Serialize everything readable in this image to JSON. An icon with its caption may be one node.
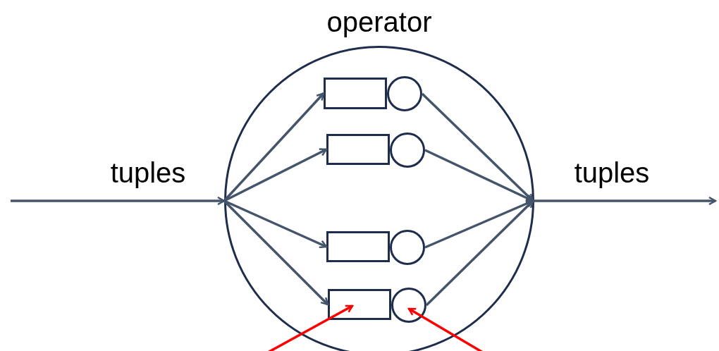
{
  "diagram": {
    "nodes": [
      {
        "text": [
          "operator"
        ]
      },
      {
        "text": [],
        "shape": "box",
        "in": 0
      },
      {
        "text": [],
        "shape": "circle",
        "in": 0
      },
      {
        "text": [],
        "shape": "box",
        "in": 0
      },
      {
        "text": [],
        "shape": "circle",
        "in": 0
      },
      {
        "text": [],
        "shape": "box",
        "in": 0
      },
      {
        "text": [],
        "shape": "circle",
        "in": 0
      },
      {
        "text": [],
        "shape": "box",
        "in": 0
      },
      {
        "text": [],
        "shape": "circle",
        "in": 0
      }
    ],
    "edges": [
      {
        "from": null,
        "to": 0,
        "arrow": "to",
        "label": "tuples"
      },
      {
        "from": 0,
        "to": null,
        "arrow": "to",
        "label": "tuples"
      },
      {
        "from": 0,
        "to": 1,
        "arrow": "to"
      },
      {
        "from": 0,
        "to": 3,
        "arrow": "to"
      },
      {
        "from": 0,
        "to": 5,
        "arrow": "to"
      },
      {
        "from": 0,
        "to": 7,
        "arrow": "to"
      },
      {
        "from": 2,
        "to": 0,
        "arrow": "to"
      },
      {
        "from": 4,
        "to": 0,
        "arrow": "to"
      },
      {
        "from": 6,
        "to": 0,
        "arrow": "to"
      },
      {
        "from": 8,
        "to": 0,
        "arrow": "to"
      },
      {
        "from": null,
        "to": 7,
        "arrow": "to",
        "color": "#ff0000"
      },
      {
        "from": null,
        "to": 8,
        "arrow": "to",
        "color": "#ff0000"
      }
    ]
  }
}
